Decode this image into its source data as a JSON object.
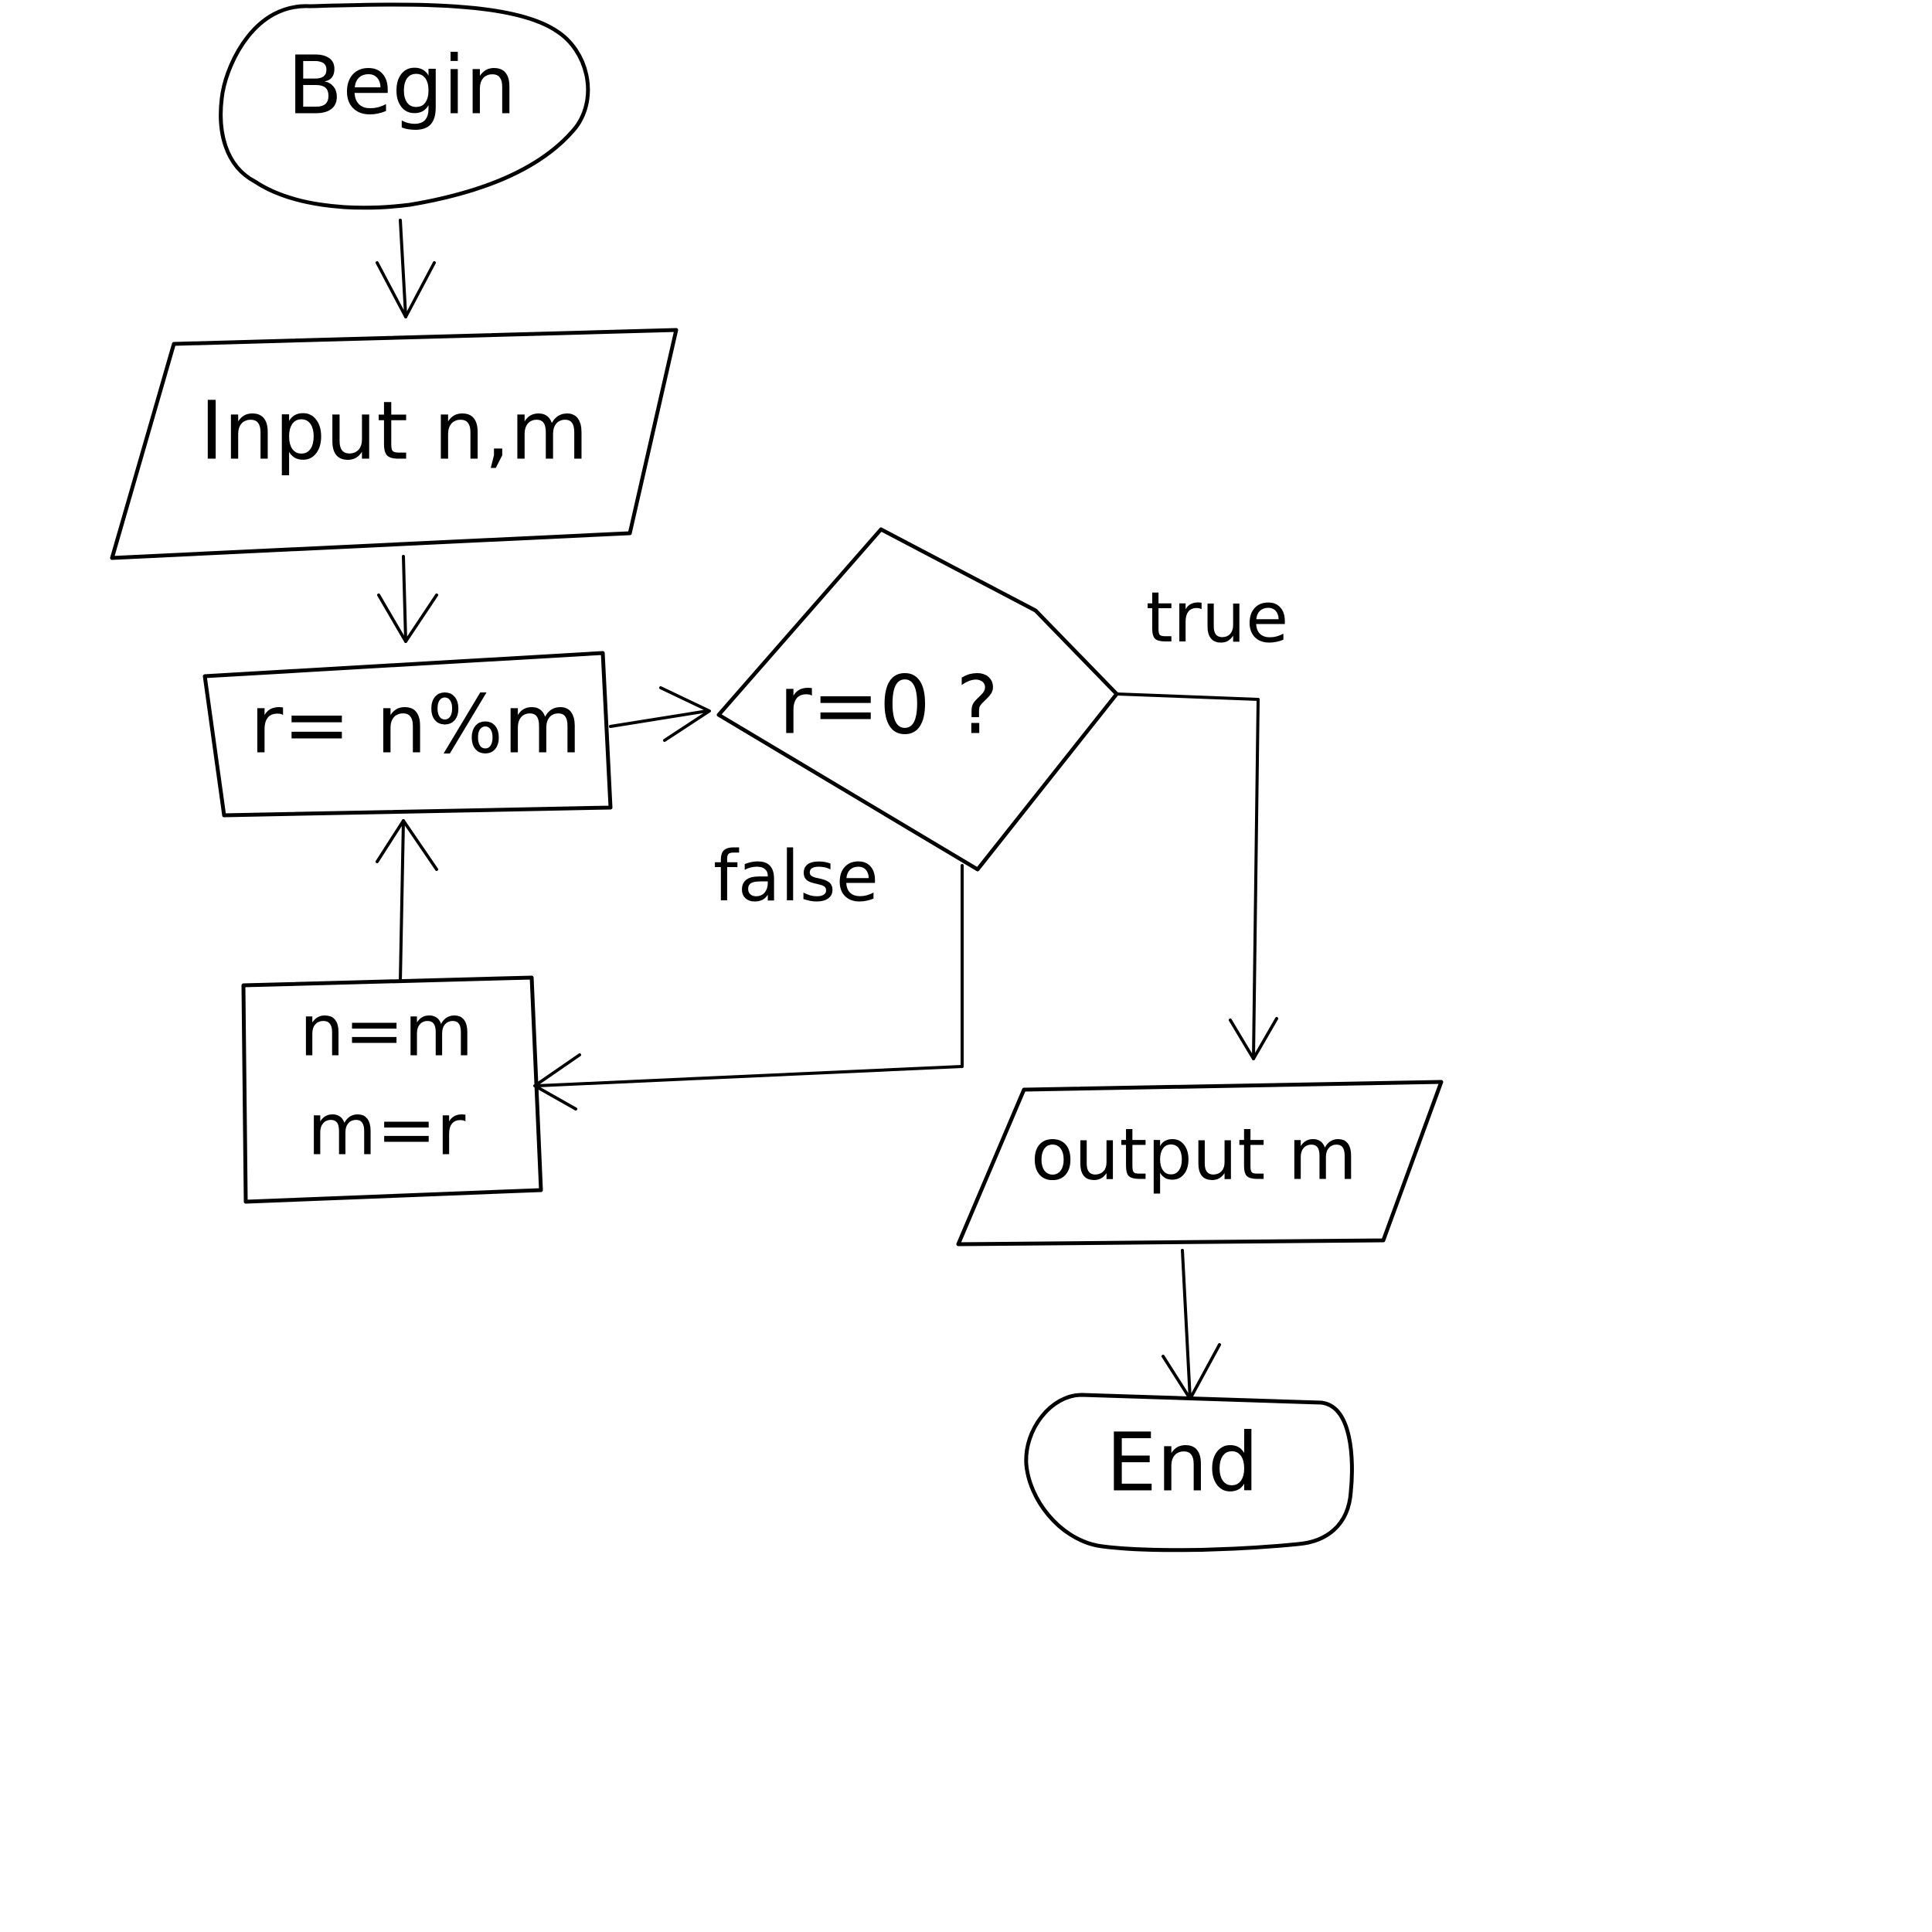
{
  "nodes": {
    "begin": "Begin",
    "input": "Input  n,m",
    "compute": "r= n%m",
    "decision": "r=0 ?",
    "swap_line1": "n=m",
    "swap_line2": "m=r",
    "output": "output m",
    "end": "End"
  },
  "edges": {
    "true_label": "true",
    "false_label": "false"
  }
}
